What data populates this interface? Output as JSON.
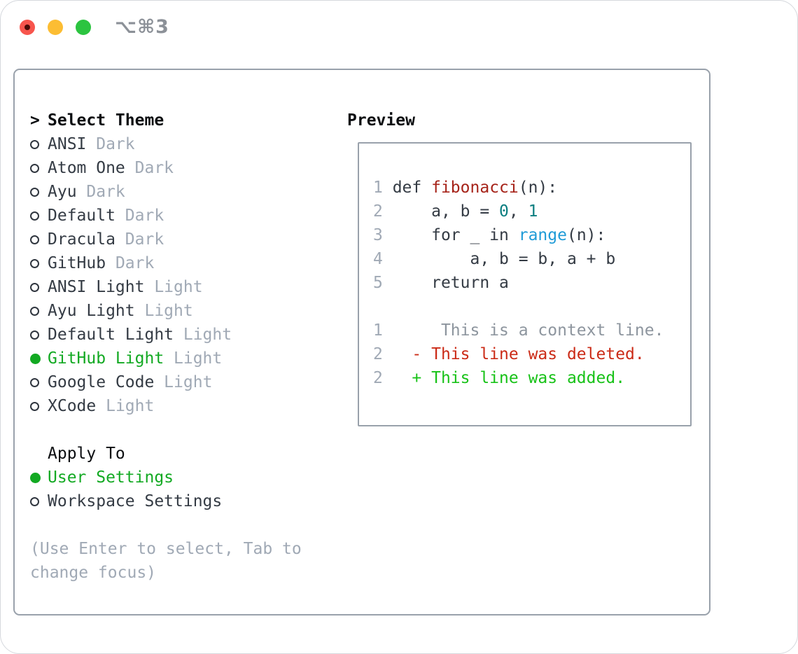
{
  "window": {
    "title": "⌥⌘3",
    "traffic_lights": [
      {
        "name": "close",
        "color": "#f7554d"
      },
      {
        "name": "minimize",
        "color": "#fcbd33"
      },
      {
        "name": "maximize",
        "color": "#2cc440"
      }
    ]
  },
  "colors": {
    "ink": "#343b44",
    "black": "#0b0d10",
    "gray": "#a0a9b5",
    "ctx": "#8d959e",
    "green_sel": "#12a922",
    "green_add": "#18c218",
    "red_del": "#cb2b17",
    "red_func": "#a62319",
    "teal": "#0b7e80",
    "blue": "#1f9bd7",
    "border": "#99a1ab",
    "traffic_red": "#f7554d",
    "traffic_yellow": "#fcbd33",
    "traffic_green": "#2cc440"
  },
  "theme_picker": {
    "header_marker": ">",
    "header": "Select Theme",
    "items": [
      {
        "name": "ANSI",
        "tag": "Dark",
        "selected": false
      },
      {
        "name": "Atom One",
        "tag": "Dark",
        "selected": false
      },
      {
        "name": "Ayu",
        "tag": "Dark",
        "selected": false
      },
      {
        "name": "Default",
        "tag": "Dark",
        "selected": false
      },
      {
        "name": "Dracula",
        "tag": "Dark",
        "selected": false
      },
      {
        "name": "GitHub",
        "tag": "Dark",
        "selected": false
      },
      {
        "name": "ANSI Light",
        "tag": "Light",
        "selected": false
      },
      {
        "name": "Ayu Light",
        "tag": "Light",
        "selected": false
      },
      {
        "name": "Default Light",
        "tag": "Light",
        "selected": false
      },
      {
        "name": "GitHub Light",
        "tag": "Light",
        "selected": true
      },
      {
        "name": "Google Code",
        "tag": "Light",
        "selected": false
      },
      {
        "name": "XCode",
        "tag": "Light",
        "selected": false
      }
    ],
    "apply_to": {
      "header": "Apply To",
      "options": [
        {
          "name": "User Settings",
          "selected": true
        },
        {
          "name": "Workspace Settings",
          "selected": false
        }
      ]
    },
    "hint_lines": [
      "(Use Enter to select, Tab to",
      "change focus)"
    ]
  },
  "preview": {
    "header": "Preview",
    "lines": [
      {
        "num": "1",
        "segs": [
          {
            "t": " def ",
            "c": "code"
          },
          {
            "t": "fibonacci",
            "c": "func"
          },
          {
            "t": "(n):",
            "c": "code"
          }
        ]
      },
      {
        "num": "2",
        "segs": [
          {
            "t": "     a, b = ",
            "c": "code"
          },
          {
            "t": "0",
            "c": "lit"
          },
          {
            "t": ", ",
            "c": "code"
          },
          {
            "t": "1",
            "c": "lit"
          }
        ]
      },
      {
        "num": "3",
        "segs": [
          {
            "t": "     for _ in ",
            "c": "code"
          },
          {
            "t": "range",
            "c": "call"
          },
          {
            "t": "(n):",
            "c": "code"
          }
        ]
      },
      {
        "num": "4",
        "segs": [
          {
            "t": "         a, b = b, a + b",
            "c": "code"
          }
        ]
      },
      {
        "num": "5",
        "segs": [
          {
            "t": "     return a",
            "c": "code"
          }
        ]
      },
      {
        "num": "",
        "segs": []
      },
      {
        "num": "1",
        "segs": [
          {
            "t": "      This is a context line.",
            "c": "ctx"
          }
        ]
      },
      {
        "num": "2",
        "segs": [
          {
            "t": "   - This line was deleted.",
            "c": "del"
          }
        ]
      },
      {
        "num": "2",
        "segs": [
          {
            "t": "   + This line was added.",
            "c": "add"
          }
        ]
      }
    ]
  }
}
